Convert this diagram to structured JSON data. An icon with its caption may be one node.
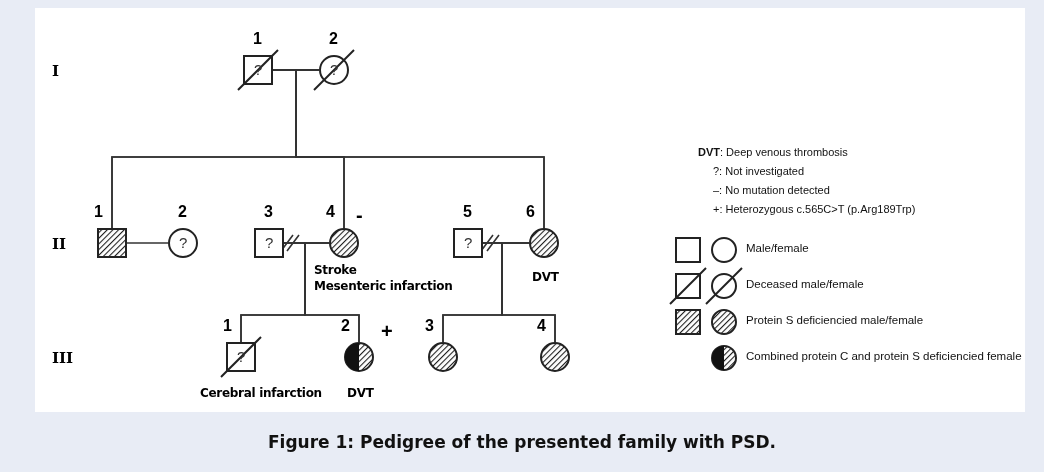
{
  "diagram": {
    "caption": "Figure 1: Pedigree of the presented family with PSD.",
    "nodes": [
      {
        "text": [
          "1",
          "?"
        ]
      },
      {
        "text": [
          "2",
          "?"
        ]
      },
      {
        "text": [
          "1"
        ]
      },
      {
        "text": [
          "2",
          "?"
        ]
      },
      {
        "text": [
          "3",
          "?"
        ]
      },
      {
        "text": [
          "4"
        ],
        "beside": [
          "-",
          "Stroke",
          "Mesenteric infarction"
        ]
      },
      {
        "text": [
          "5",
          "?"
        ]
      },
      {
        "text": [
          "6"
        ],
        "beside": [
          "DVT"
        ]
      },
      {
        "text": [
          "1",
          "?"
        ],
        "beside": [
          "Cerebral infarction"
        ]
      },
      {
        "text": [
          "2"
        ],
        "beside": [
          "+",
          "DVT"
        ]
      },
      {
        "text": [
          "3"
        ]
      },
      {
        "text": [
          "4"
        ]
      }
    ],
    "edges": [
      {
        "from": 0,
        "to": 1,
        "arrow": "none"
      },
      {
        "from": 0,
        "to": 2,
        "arrow": "none"
      },
      {
        "from": 1,
        "to": 2,
        "arrow": "none"
      },
      {
        "from": 0,
        "to": 5,
        "arrow": "none"
      },
      {
        "from": 1,
        "to": 5,
        "arrow": "none"
      },
      {
        "from": 0,
        "to": 7,
        "arrow": "none"
      },
      {
        "from": 1,
        "to": 7,
        "arrow": "none"
      },
      {
        "from": 2,
        "to": 3,
        "arrow": "none"
      },
      {
        "from": 4,
        "to": 5,
        "arrow": "none"
      },
      {
        "from": 4,
        "to": 8,
        "arrow": "none"
      },
      {
        "from": 5,
        "to": 8,
        "arrow": "none"
      },
      {
        "from": 4,
        "to": 9,
        "arrow": "none"
      },
      {
        "from": 5,
        "to": 9,
        "arrow": "none"
      },
      {
        "from": 6,
        "to": 7,
        "arrow": "none"
      },
      {
        "from": 6,
        "to": 10,
        "arrow": "none"
      },
      {
        "from": 7,
        "to": 10,
        "arrow": "none"
      },
      {
        "from": 6,
        "to": 11,
        "arrow": "none"
      },
      {
        "from": 7,
        "to": 11,
        "arrow": "none"
      }
    ],
    "labels": [
      "I",
      "II",
      "III",
      "**DVT**: Deep venous thrombosis",
      "?: Not investigated",
      "–: No mutation detected",
      "+: Heterozygous c.565C>T (p.Arg189Trp)"
    ],
    "legend": [
      {
        "text": "Male/female"
      },
      {
        "text": "Deceased male/female"
      },
      {
        "text": "Protein S deficiencied male/female"
      },
      {
        "text": "Combined protein C and protein S deficiencied female"
      }
    ]
  }
}
